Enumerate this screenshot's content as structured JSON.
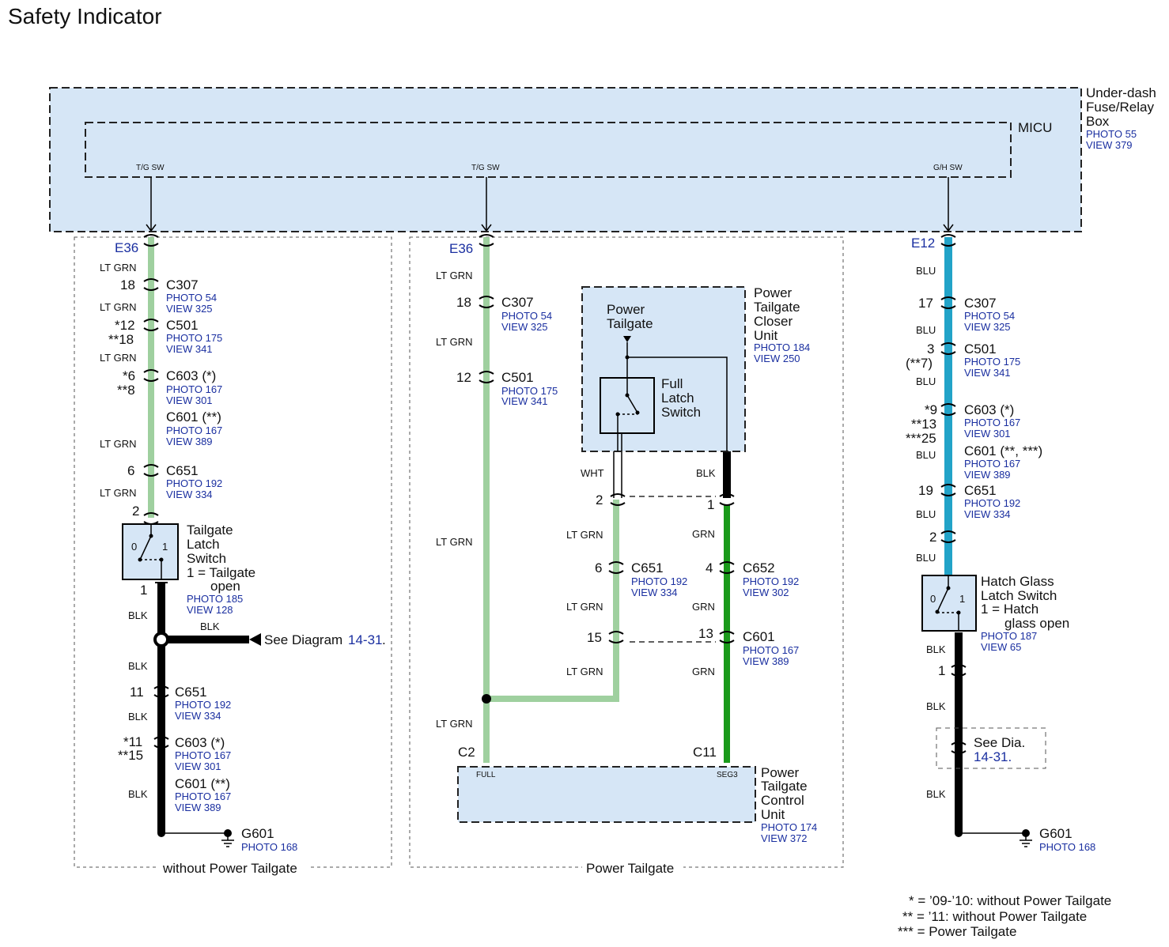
{
  "title": "Safety Indicator",
  "colors": {
    "lt_grn": "#9fd09f",
    "grn": "#1a9a1a",
    "blu": "#22a3c8",
    "blk": "#000000",
    "wht": "#ffffff",
    "box_fill": "#d6e6f6",
    "ref_text": "#1a2fa0"
  },
  "fuse_box": {
    "name_line1": "Under-dash",
    "name_line2": "Fuse/Relay",
    "name_line3": "Box",
    "photo": "PHOTO 55",
    "view": "VIEW 379"
  },
  "micu": {
    "name": "MICU",
    "pin1": "T/G SW",
    "pin2": "T/G SW",
    "pin3": "G/H SW"
  },
  "left": {
    "section_label": "without Power Tailgate",
    "terminal": "E36",
    "wire_lt_grn": "LT GRN",
    "wire_blk": "BLK",
    "c307": {
      "pin": "18",
      "name": "C307",
      "photo": "PHOTO 54",
      "view": "VIEW 325"
    },
    "c501": {
      "pin_a": "*12",
      "pin_b": "**18",
      "name": "C501",
      "photo": "PHOTO 175",
      "view": "VIEW 341"
    },
    "c603": {
      "pin_a": "*6",
      "pin_b": "**8",
      "name": "C603 (*)",
      "photo": "PHOTO 167",
      "view": "VIEW 301"
    },
    "c601": {
      "name": "C601 (**)",
      "photo": "PHOTO 167",
      "view": "VIEW 389"
    },
    "c651": {
      "pin": "6",
      "name": "C651",
      "photo": "PHOTO 192",
      "view": "VIEW 334"
    },
    "switch": {
      "pin_top": "2",
      "pin_bot": "1",
      "pos0": "0",
      "pos1": "1",
      "line1": "Tailgate",
      "line2": "Latch",
      "line3": "Switch",
      "line4": "1 = Tailgate",
      "line5": "open",
      "photo": "PHOTO 185",
      "view": "VIEW 128"
    },
    "see_diagram": "See Diagram",
    "see_diagram_ref": "14-31",
    "c651b": {
      "pin": "11",
      "name": "C651",
      "photo": "PHOTO 192",
      "view": "VIEW 334"
    },
    "c603b": {
      "pin_a": "*11",
      "pin_b": "**15",
      "name": "C603 (*)",
      "photo": "PHOTO 167",
      "view": "VIEW 301"
    },
    "c601b": {
      "name": "C601 (**)",
      "photo": "PHOTO 167",
      "view": "VIEW 389"
    },
    "ground": {
      "name": "G601",
      "photo": "PHOTO 168"
    }
  },
  "middle": {
    "section_label": "Power Tailgate",
    "terminal": "E36",
    "wire_lt_grn": "LT GRN",
    "wire_grn": "GRN",
    "wire_wht": "WHT",
    "wire_blk": "BLK",
    "c307": {
      "pin": "18",
      "name": "C307",
      "photo": "PHOTO 54",
      "view": "VIEW 325"
    },
    "c501": {
      "pin": "12",
      "name": "C501",
      "photo": "PHOTO 175",
      "view": "VIEW 341"
    },
    "closer": {
      "line1": "Power",
      "line2": "Tailgate",
      "line3": "Closer",
      "line4": "Unit",
      "photo": "PHOTO 184",
      "view": "VIEW 250",
      "inner1": "Power",
      "inner2": "Tailgate",
      "sw1": "Full",
      "sw2": "Latch",
      "sw3": "Switch"
    },
    "pin_2": "2",
    "pin_1": "1",
    "c651": {
      "pin": "6",
      "name": "C651",
      "photo": "PHOTO 192",
      "view": "VIEW 334"
    },
    "c652": {
      "pin": "4",
      "name": "C652",
      "photo": "PHOTO 192",
      "view": "VIEW 302"
    },
    "c601": {
      "pin_l": "15",
      "pin_r": "13",
      "name": "C601",
      "photo": "PHOTO 167",
      "view": "VIEW 389"
    },
    "ctrl": {
      "c2": "C2",
      "c11": "C11",
      "pin_full": "FULL",
      "pin_seg": "SEG3",
      "line1": "Power",
      "line2": "Tailgate",
      "line3": "Control",
      "line4": "Unit",
      "photo": "PHOTO 174",
      "view": "VIEW 372"
    }
  },
  "right": {
    "terminal": "E12",
    "wire_blu": "BLU",
    "wire_blk": "BLK",
    "c307": {
      "pin": "17",
      "name": "C307",
      "photo": "PHOTO 54",
      "view": "VIEW 325"
    },
    "c501": {
      "pin_a": "3",
      "pin_b": "(**7)",
      "name": "C501",
      "photo": "PHOTO 175",
      "view": "VIEW 341"
    },
    "c603": {
      "pin_a": "*9",
      "pin_b": "**13",
      "pin_c": "***25",
      "name": "C603 (*)",
      "photo": "PHOTO 167",
      "view": "VIEW 301"
    },
    "c601": {
      "name": "C601 (**, ***)",
      "photo": "PHOTO 167",
      "view": "VIEW 389"
    },
    "c651": {
      "pin": "19",
      "name": "C651",
      "photo": "PHOTO 192",
      "view": "VIEW 334"
    },
    "pin_2": "2",
    "switch": {
      "pin_bot": "1",
      "pos0": "0",
      "pos1": "1",
      "line1": "Hatch Glass",
      "line2": "Latch Switch",
      "line3": "1 = Hatch",
      "line4": "glass open",
      "photo": "PHOTO 187",
      "view": "VIEW 65"
    },
    "see_dia": "See Dia.",
    "see_dia_ref": "14-31.",
    "ground": {
      "name": "G601",
      "photo": "PHOTO 168"
    }
  },
  "notes": {
    "n1": "* = ’09-’10: without Power Tailgate",
    "n2": "** = ’11: without Power Tailgate",
    "n3": "*** = Power Tailgate"
  }
}
